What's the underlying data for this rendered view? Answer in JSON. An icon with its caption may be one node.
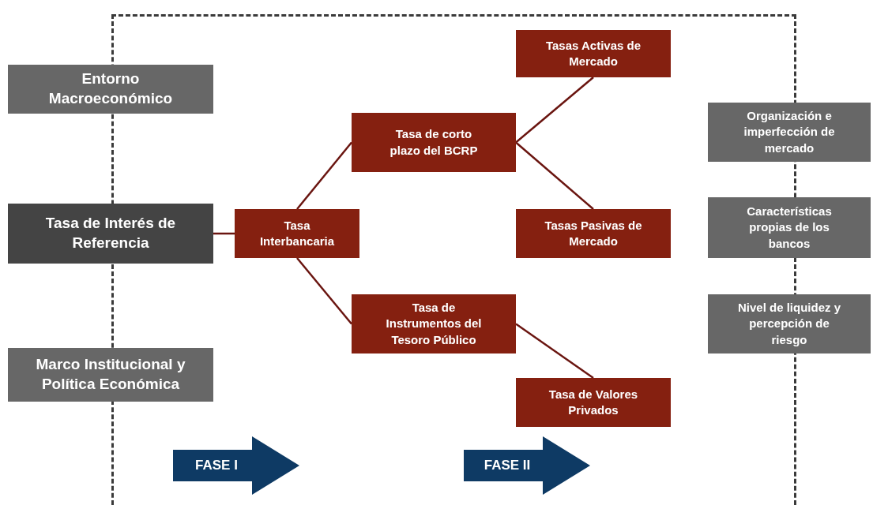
{
  "diagram": {
    "nodes": [
      {
        "text": [
          "Entorno Macroeconómico"
        ]
      },
      {
        "text": [
          "Tasa de Interés de Referencia"
        ]
      },
      {
        "text": [
          "Marco Institucional y Política Económica"
        ]
      },
      {
        "text": [
          "Tasa Interbancaria"
        ]
      },
      {
        "text": [
          "Tasa de corto plazo del BCRP"
        ]
      },
      {
        "text": [
          "Tasas Activas de Mercado"
        ]
      },
      {
        "text": [
          "Tasas Pasivas de Mercado"
        ]
      },
      {
        "text": [
          "Tasa de Instrumentos del Tesoro Público"
        ]
      },
      {
        "text": [
          "Tasa de Valores Privados"
        ]
      },
      {
        "text": [
          "Organización e imperfección de mercado"
        ]
      },
      {
        "text": [
          "Características propias de los bancos"
        ]
      },
      {
        "text": [
          "Nivel de liquidez y percepción de riesgo"
        ]
      },
      {
        "text": [
          "FASE I"
        ]
      },
      {
        "text": [
          "FASE II"
        ]
      }
    ],
    "edges": [
      {
        "from": 1,
        "to": 3,
        "arrow": "none"
      },
      {
        "from": 3,
        "to": 4,
        "arrow": "none"
      },
      {
        "from": 3,
        "to": 7,
        "arrow": "none"
      },
      {
        "from": 4,
        "to": 5,
        "arrow": "none"
      },
      {
        "from": 4,
        "to": 6,
        "arrow": "none"
      },
      {
        "from": 7,
        "to": 8,
        "arrow": "none"
      }
    ]
  }
}
